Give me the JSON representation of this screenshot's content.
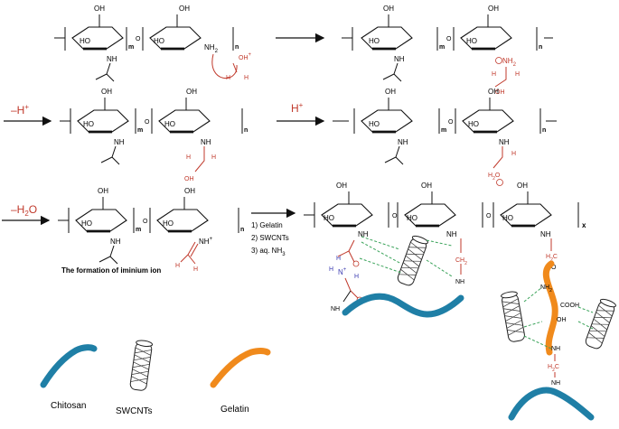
{
  "arrow_labels": {
    "minus_h": "–H",
    "minus_h_sup": "+",
    "plus_h": "H",
    "plus_h_sup": "+",
    "minus_h2o": "–H",
    "minus_h2o_sub": "2",
    "minus_h2o_tail": "O"
  },
  "repeat_units": {
    "m": "m",
    "n": "n",
    "x": "x"
  },
  "atoms": {
    "oh": "OH",
    "ho": "HO",
    "nh": "NH",
    "nh2": "NH",
    "h": "H",
    "o": "O",
    "ch2": "CH",
    "h2c": "H",
    "cooh": "COOH",
    "n": "N",
    "plus": "+",
    "two": "2",
    "h2o": "H"
  },
  "iminium_caption": "The formation of iminium ion",
  "reagents": [
    "1) Gelatin",
    "2) SWCNTs",
    "3) aq. NH"
  ],
  "reagent_sub": "3",
  "legend": {
    "chitosan": "Chitosan",
    "swcnts": "SWCNTs",
    "gelatin": "Gelatin"
  },
  "colors": {
    "chitosan": "#1f7fa6",
    "gelatin": "#f08a1c",
    "reaction": "#c0392b",
    "hbond": "#3aa35a",
    "proton": "#3b3bb0",
    "ink": "#111111"
  }
}
